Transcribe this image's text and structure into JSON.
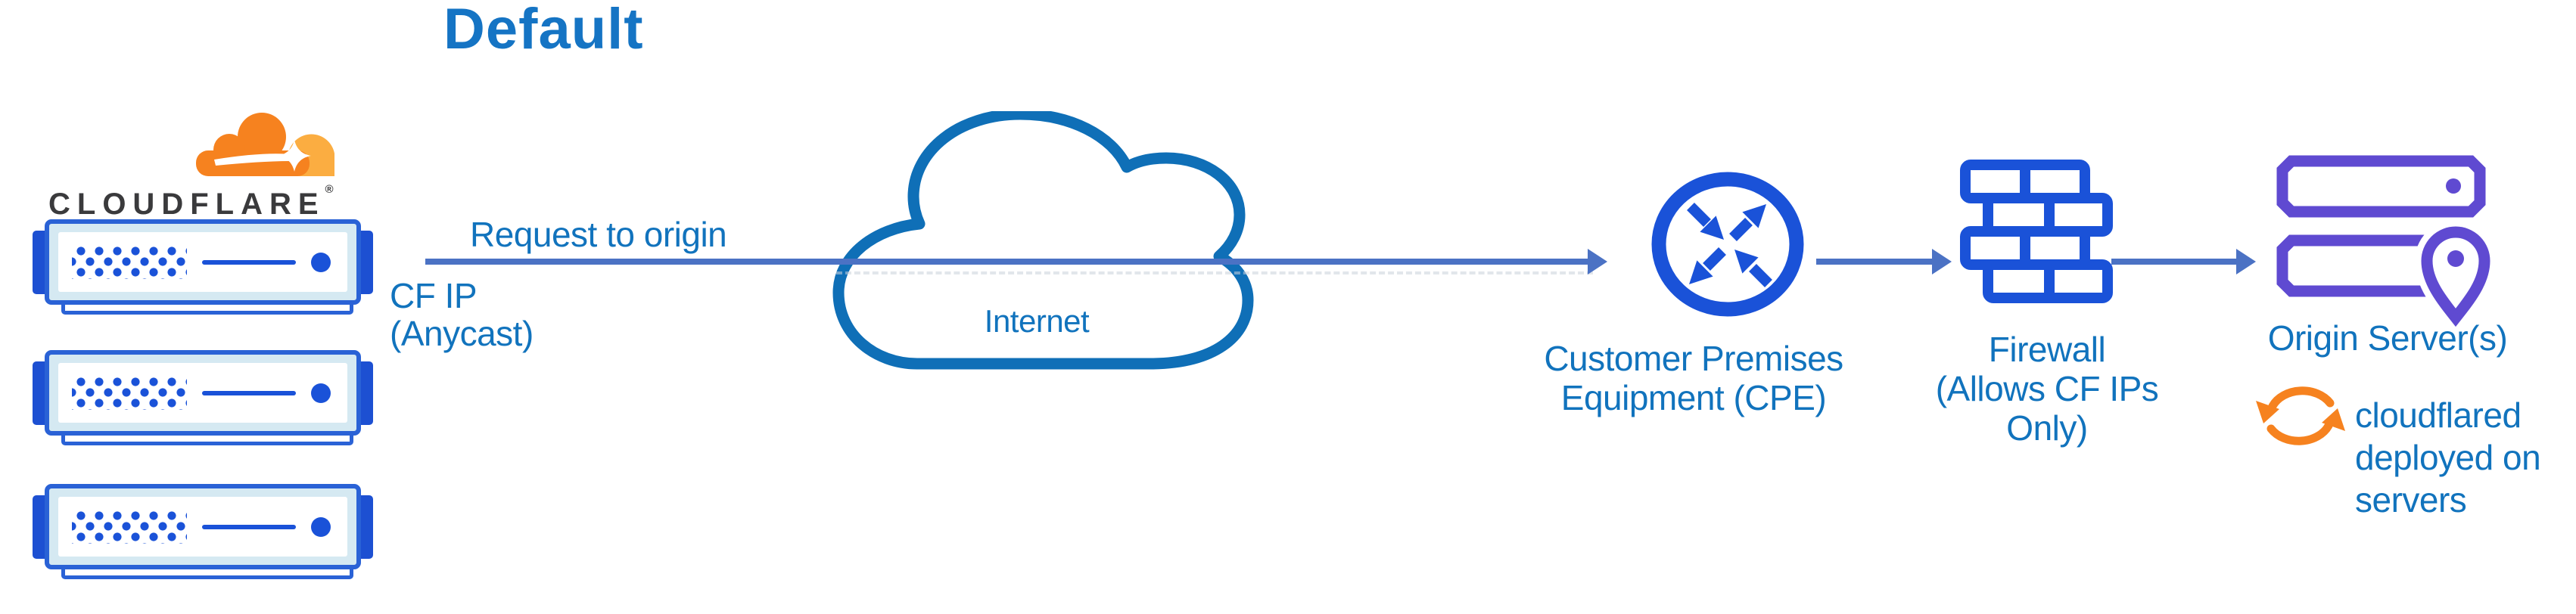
{
  "title": "Default",
  "brand": {
    "wordmark": "CLOUDFLARE",
    "registered": "®",
    "cloud_color": "#f6821f",
    "cloud_color_light": "#fbad41",
    "wordmark_color": "#3a3a3c"
  },
  "flow": {
    "request_label": "Request to origin",
    "cf_ip_label": [
      "CF IP",
      "(Anycast)"
    ],
    "arrow_color": "#4b72c4"
  },
  "nodes": {
    "cloudflare_edge": {
      "icon": "server-rack-icon",
      "count": 3,
      "color": "#2a62d6"
    },
    "internet": {
      "label": "Internet",
      "icon": "cloud-icon",
      "color": "#0f6fb7"
    },
    "cpe": {
      "label": [
        "Customer Premises",
        "Equipment (CPE)"
      ],
      "icon": "router-icon",
      "color": "#1a52d8"
    },
    "firewall": {
      "label": [
        "Firewall",
        "(Allows CF IPs Only)"
      ],
      "icon": "brick-wall-icon",
      "color": "#1a52d8"
    },
    "origin": {
      "label": "Origin Server(s)",
      "icon": "server-location-icon",
      "color": "#5f4ad1"
    }
  },
  "annotation": {
    "icon": "sync-icon",
    "color": "#f6821f",
    "lines": [
      "cloudflared",
      "deployed on",
      "servers"
    ]
  },
  "text_color": "#1173bd"
}
